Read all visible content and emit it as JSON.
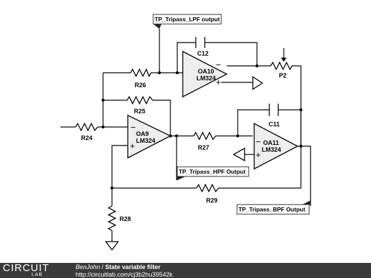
{
  "components": {
    "oa9": {
      "name": "OA9",
      "part": "LM324"
    },
    "oa10": {
      "name": "OA10",
      "part": "LM324"
    },
    "oa11": {
      "name": "OA11",
      "part": "LM324"
    },
    "resistors": {
      "r24": "R24",
      "r25": "R25",
      "r26": "R26",
      "r27": "R27",
      "r28": "R28",
      "r29": "R29"
    },
    "capacitors": {
      "c11": "C11",
      "c12": "C12"
    },
    "potentiometer": {
      "p2": "P2"
    }
  },
  "test_points": {
    "lpf": "TP_Tripass_LPF output",
    "hpf": "TP_Tripass_HPF Output",
    "bpf": "TP_Tripass_BPF Output"
  },
  "opamp_signs": {
    "minus": "−",
    "plus": "+"
  },
  "footer": {
    "logo_top": "CIRCUIT",
    "logo_bottom": "LAB",
    "author": "BenJohn",
    "separator": " / ",
    "title": "State variable filter",
    "url": "http://circuitlab.com/cj3b2hu39542k"
  },
  "colors": {
    "footer_bg": "#3a3a3a",
    "opamp_fill": "#eeeeee",
    "wire": "#000000"
  }
}
